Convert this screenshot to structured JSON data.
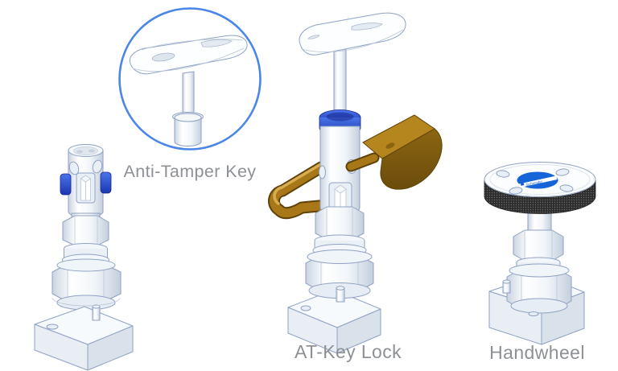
{
  "page": {
    "background": "#ffffff"
  },
  "colors": {
    "bg": "#ffffff",
    "circle-blue": "#4a86e8",
    "accent-blue": "#2547c9",
    "accent-blue-dark": "#16298f",
    "outline": "#8fa2c4",
    "outline-soft": "#b9c6d9",
    "metal-shade": "#dde5ee",
    "brass": "#a87818",
    "brass-light": "#d9ad4e",
    "brass-dark": "#5f4207",
    "knurl-dark": "#2b2b2b",
    "logo-blue": "#1565d8",
    "label-gray": "#8d9196"
  },
  "figures": {
    "anti_tamper_key": {
      "label": "Anti-Tamper Key"
    },
    "at_key_lock": {
      "label": "AT-Key Lock"
    },
    "handwheel": {
      "label": "Handwheel",
      "logo_text": "Schneider"
    }
  }
}
